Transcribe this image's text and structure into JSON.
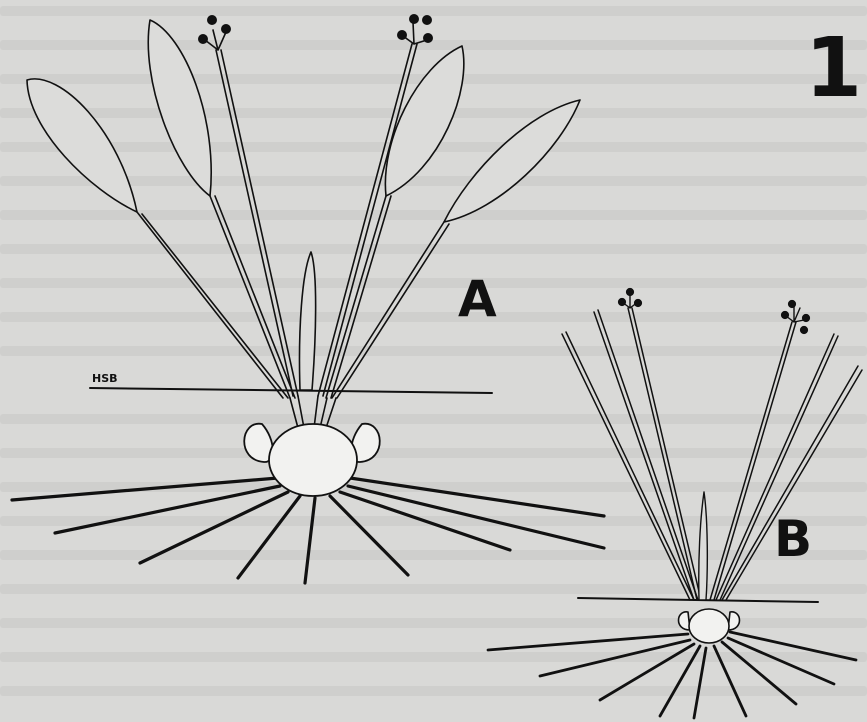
{
  "figure": {
    "number": "1",
    "labels": {
      "plant_a": "A",
      "plant_b": "B",
      "water_level": "HSB"
    }
  },
  "colors": {
    "paper": "#d9d9d7",
    "ink": "#111111",
    "bulb_fill": "#f2f2f0"
  }
}
